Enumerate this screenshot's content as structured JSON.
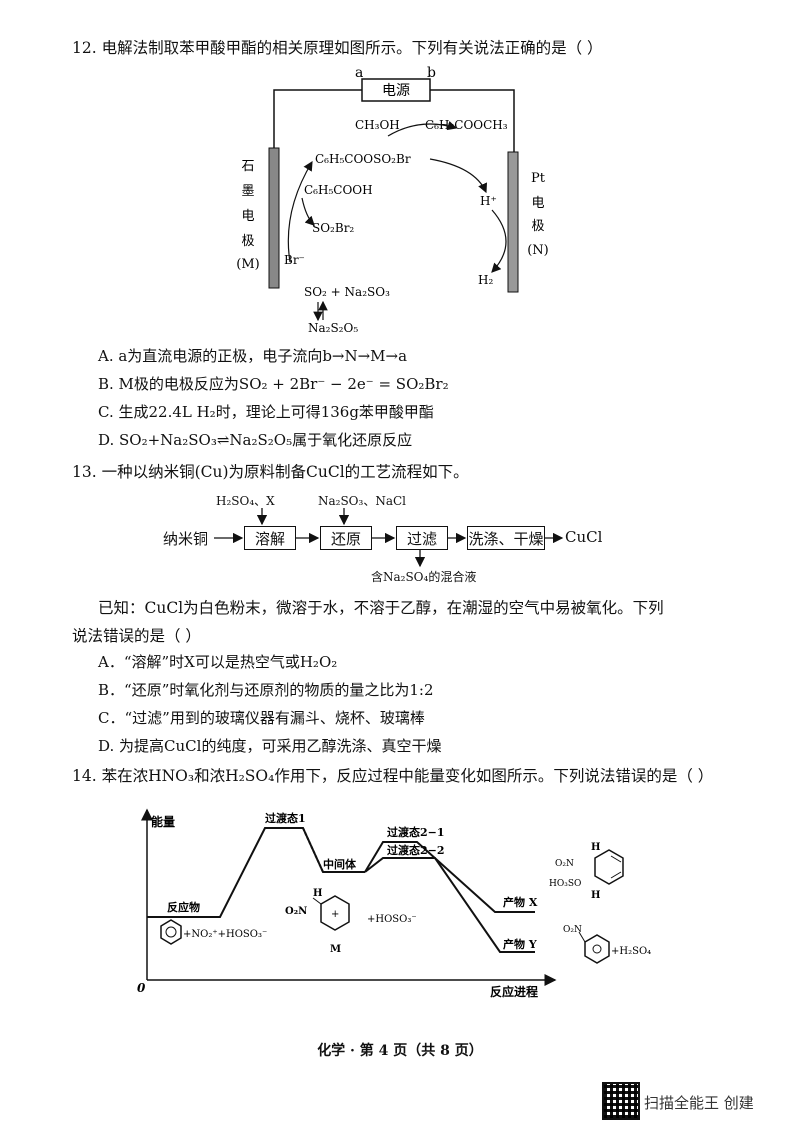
{
  "q12": {
    "stem": "12.  电解法制取苯甲酸甲酯的相关原理如图所示。下列有关说法正确的是（   ）",
    "diagram": {
      "terminal_a": "a",
      "terminal_b": "b",
      "power_label": "电源",
      "left_electrode": [
        "石",
        "墨",
        "电",
        "极",
        "(M)"
      ],
      "right_electrode": [
        "Pt",
        "电",
        "极",
        "(N)"
      ],
      "ch3oh": "CH₃OH",
      "product_ester": "C₆H₅COOCH₃",
      "intermediate": "C₆H₅COOSO₂Br",
      "benzoic_acid": "C₆H₅COOH",
      "so2br2": "SO₂Br₂",
      "br_minus": "Br⁻",
      "so2_na2so3": "SO₂ + Na₂SO₃",
      "na2s2o5": "Na₂S₂O₅",
      "h_plus": "H⁺",
      "h2": "H₂"
    },
    "options": [
      "A.   a为直流电源的正极，电子流向b→N→M→a",
      "B.   M极的电极反应为SO₂ + 2Br⁻ − 2e⁻ = SO₂Br₂",
      "C.   生成22.4L H₂时，理论上可得136g苯甲酸甲酯",
      "D.   SO₂+Na₂SO₃⇌Na₂S₂O₅属于氧化还原反应"
    ]
  },
  "q13": {
    "stem": "13.  一种以纳米铜(Cu)为原料制备CuCl的工艺流程如下。",
    "flow": {
      "start": "纳米铜",
      "steps": [
        "溶解",
        "还原",
        "过滤",
        "洗涤、干燥"
      ],
      "end": "CuCl",
      "reagent1": "H₂SO₄、X",
      "reagent2": "Na₂SO₃、NaCl",
      "filtrate": "含Na₂SO₄的混合液"
    },
    "known_line1": "已知：CuCl为白色粉末，微溶于水，不溶于乙醇，在潮湿的空气中易被氧化。下列",
    "known_line2": "说法错误的是（     ）",
    "options": [
      "A．“溶解”时X可以是热空气或H₂O₂",
      "B．“还原”时氧化剂与还原剂的物质的量之比为1:2",
      "C．“过滤”用到的玻璃仪器有漏斗、烧杯、玻璃棒",
      "D.   为提高CuCl的纯度，可采用乙醇洗涤、真空干燥"
    ]
  },
  "q14": {
    "stem": "14.  苯在浓HNO₃和浓H₂SO₄作用下，反应过程中能量变化如图所示。下列说法错误的是（      ）",
    "diagram": {
      "y_label": "能量",
      "x_label": "反应进程",
      "origin": "0",
      "reactant": "反应物",
      "reactant_formula": "+NO₂⁺+HOSO₃⁻",
      "ts1": "过渡态1",
      "intermediate": "中间体",
      "intermediate_extra": "+HOSO₃⁻",
      "intermediate_no2": "O₂N",
      "intermediate_h": "H",
      "intermediate_m": "M",
      "ts21": "过渡态2−1",
      "ts22": "过渡态2−2",
      "product_x": "产物 X",
      "product_y": "产物 Y",
      "product_x_no2": "O₂N",
      "product_x_oso3h": "HO₃SO",
      "product_y_extra": "+H₂SO₄"
    }
  },
  "footer": "化学 · 第 4 页（共 8 页）",
  "watermark": "扫描全能王 创建"
}
